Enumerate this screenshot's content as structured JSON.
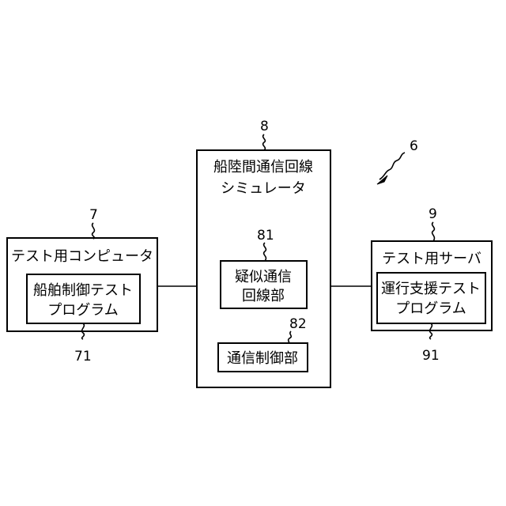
{
  "diagram": {
    "system_ref": "6",
    "left": {
      "ref": "7",
      "title": "テスト用コンピュータ",
      "inner": {
        "ref": "71",
        "line1": "船舶制御テスト",
        "line2": "プログラム"
      }
    },
    "center": {
      "ref": "8",
      "title_line1": "船陸間通信回線",
      "title_line2": "シミュレータ",
      "pseudo": {
        "ref": "81",
        "line1": "疑似通信",
        "line2": "回線部"
      },
      "control": {
        "ref": "82",
        "label": "通信制御部"
      }
    },
    "right": {
      "ref": "9",
      "title": "テスト用サーバ",
      "inner": {
        "ref": "91",
        "line1": "運行支援テスト",
        "line2": "プログラム"
      }
    }
  }
}
